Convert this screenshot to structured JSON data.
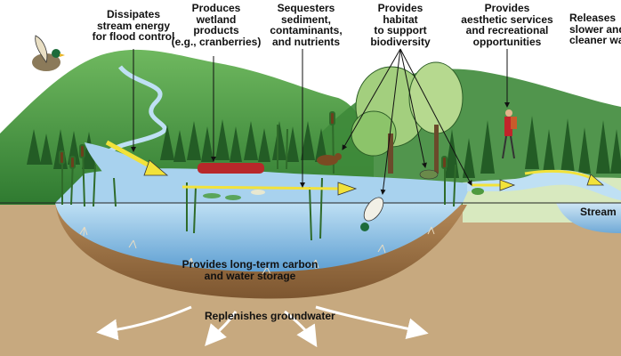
{
  "labels": {
    "flood_control": [
      "Dissipates",
      "stream energy",
      "for flood control"
    ],
    "wetland_products": [
      "Produces",
      "wetland",
      "products",
      "(e.g., cranberries)"
    ],
    "sequesters": [
      "Sequesters",
      "sediment,",
      "contaminants,",
      "and nutrients"
    ],
    "habitat": [
      "Provides",
      "habitat",
      "to support",
      "biodiversity"
    ],
    "aesthetic": [
      "Provides",
      "aesthetic services",
      "and recreational",
      "opportunities"
    ],
    "releases": [
      "Releases",
      "slower and",
      "cleaner water"
    ],
    "stream": "Stream",
    "carbon": [
      "Provides long-term carbon",
      "and water storage"
    ],
    "groundwater": "Replenishes groundwater"
  },
  "colors": {
    "sky": "#ffffff",
    "hills": "#3f8f3a",
    "hills_light": "#6db35f",
    "ground": "#c9ad84",
    "basin": "#a47a4a",
    "water": "#9cc8e6",
    "deep_water": "#5f9fd0",
    "stream_arrow": "#f2e23a",
    "cranberry": "#b8282a"
  }
}
